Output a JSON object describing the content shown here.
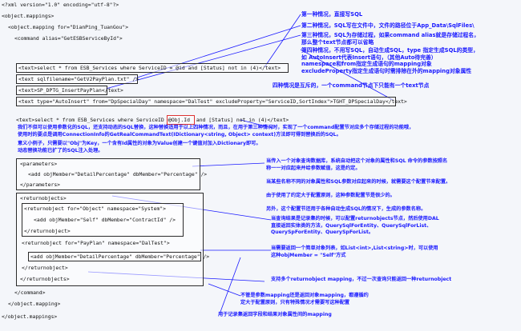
{
  "code": {
    "l01": "<?xml version=\"1.0\" encoding=\"utf-8\"?>",
    "l02": "<object.mappings>",
    "l03": "<object.mapping for=\"DianPing_TuanGou\">",
    "l04": "<command alias=\"GetESBServiceById\">",
    "l05": "<text>select * from ESB_Services where ServiceID = @id and [Status] not in (4)</text>",
    "l06": "<text sqlfilename=\"GetV2PayPlan.txt\" />",
    "l07": "<text>SP_DPTG_InsertPayPlan</text>",
    "l08": "<text type=\"AutoInsert\" from=\"DpSpecialDay\" namespace=\"DalTest\" excludeProperty=\"ServiceID,SortIndex\">TGHT_DPSpecialDay</text>",
    "l09a": "<text>select * from ESB_Services where ServiceID = ",
    "l09b": "@Obj.Id",
    "l09c": " and [Status] not in (4)</text>",
    "l10": "<parameters>",
    "l11": "<add objMember=\"DetailPercentage\" dbMember=\"Percentage\" />",
    "l12": "</parameters>",
    "l13": "<returnobjects>",
    "l14": "<returnobject for=\"Object\" namespace=\"System\">",
    "l15": "<add objMember=\"Self\" dbMember=\"ContractId\" />",
    "l16": "</returnobject>",
    "l17": "<returnobject for=\"PayPlan\" namespace=\"DalTest\">",
    "l18": "<add objMember=\"DetailPercentage\" dbMember=\"Percentage\" />",
    "l19": "</returnobject>",
    "l20": "</returnobjects>",
    "l21": "</command>",
    "l22": "</object.mapping>",
    "l23": "</object.mappings>"
  },
  "notes": {
    "n1": "第一种情况，直接写SQL",
    "n2": "第二种情况，SQL写在文件中，文件的路径位于App_Data\\SqlFiles\\",
    "n3": "第三种情况，SQL为存储过程，如果command alias就是存储过程名，\n那么整个text节点都可以省略",
    "n4": "第四种情况，不用写SQL，自动生成SQL，type 指定生成SQL的类型，\n如 AutoInsert代表Insert语句，（其他Auto待完善）\nnamespace和from指定生成语句的mapping对象\nexcludeProperty指定生成语句时需排除在外的mapping对象属性",
    "n5": "四种情况是互斥的，一个command节点下只能有一个text节点",
    "n6": "我们不但可以使用参数化的SQL，还支持动态的SQL替换，这种替换适用于以上四种情况，而且，在用于第三种情况时，实现了一个command配置节对应多个存储过程的功能哦，\n使用时的要点是调用ConnectionInfo的GetRealCommandText(IDictionary<string, Object> context)方法即可得到替换后的SQL。",
    "n7": "意义小例子，只需要以\"Obj\"为Key，一个含有Id属性的对象为Value创建一个键值对加入Dictionary即可。\n动态替换功能已扩了的SQL注入处理。",
    "n8": "当传入一个对象查询数据库，系统自动把这个对象的属性和SQL 命令的参数按照名\n称一一对应起来并给参数赋值，这是约定。\n\n当某些名称不同的对象属性和SQL参数对应起来的时候，就需要这个配置节来配置。\n\n由于使用了约定大于配置原则，这种参数配置节是很少的。\n\n另外，这个配置节还用于各种自动生成SQL的情况下，生成的参数名称。",
    "n9": "当查询结果是记录集的时候，可以配置returnobjects节点，然后使用DAL\n直接返回实体类的方法，QuerySqlForEntity、QuerySqlForList、\nQuerySpForEntity、QuerySpForList。",
    "n10": "当需要返回一个简单对象列表，如List<int>,List<string>时，可以使用\n这种objMember = \"Self\"方式",
    "n11": "支持多个returnobject mapping，不过一次查询只能返回一种returnobject",
    "n12": "不管是参数mapping还是返回对象mapping，都遵循约\n定大于配置原则，只有特殊情况才需要写这种配置",
    "n13": "用于记录集返回字段和结果对象属性间的mapping"
  }
}
